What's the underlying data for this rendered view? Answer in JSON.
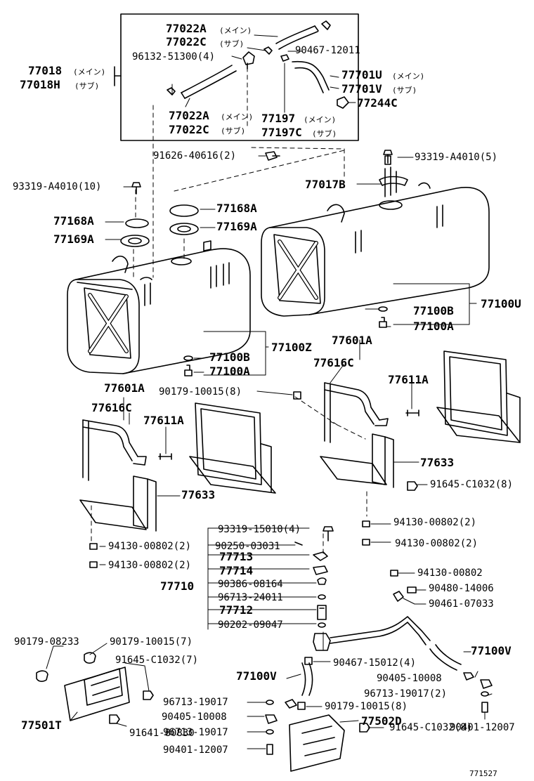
{
  "drawing_number": "771527",
  "labels": {
    "l77018": "77018",
    "l77018_note": "(メイン)",
    "l77018H": "77018H",
    "l77018H_note": "(サブ)",
    "l77022A_top": "77022A",
    "l77022A_top_note": "(メイン)",
    "l77022C_top": "77022C",
    "l77022C_top_note": "(サブ)",
    "l96132": "96132-51300(4)",
    "l90467_12011": "90467-12011",
    "l77701U": "77701U",
    "l77701U_note": "(メイン)",
    "l77701V": "77701V",
    "l77701V_note": "(サブ)",
    "l77244C": "77244C",
    "l77022A_bot": "77022A",
    "l77022A_bot_note": "(メイン)",
    "l77022C_bot": "77022C",
    "l77022C_bot_note": "(サブ)",
    "l77197": "77197",
    "l77197_note": "(メイン)",
    "l77197C": "77197C",
    "l77197C_note": "(サブ)",
    "l91626": "91626-40616(2)",
    "l93319_5": "93319-A4010(5)",
    "l93319_10": "93319-A4010(10)",
    "l77017B": "77017B",
    "l77168A_l": "77168A",
    "l77168A_r": "77168A",
    "l77169A_l": "77169A",
    "l77169A_r": "77169A",
    "l77100U": "77100U",
    "l77100B_r": "77100B",
    "l77100A_r": "77100A",
    "l77100Z": "77100Z",
    "l77100B_l": "77100B",
    "l77100A_l": "77100A",
    "l77601A_r": "77601A",
    "l77616C_r": "77616C",
    "l77611A_r": "77611A",
    "l90179_10015_8a": "90179-10015(8)",
    "l77601A_l": "77601A",
    "l77616C_l": "77616C",
    "l77611A_l": "77611A",
    "l77633_r": "77633",
    "l91645_8a": "91645-C1032(8)",
    "l77633_l": "77633",
    "l94130_r1": "94130-00802(2)",
    "l94130_r2": "94130-00802(2)",
    "l93319_15010": "93319-15010(4)",
    "l94130_l1": "94130-00802(2)",
    "l90250": "90250-03031",
    "l77713": "77713",
    "l94130_l2": "94130-00802(2)",
    "l77714": "77714",
    "l77710": "77710",
    "l90386": "90386-08164",
    "l96713_24011": "96713-24011",
    "l77712": "77712",
    "l90202": "90202-09047",
    "l94130_00802": "94130-00802",
    "l90480": "90480-14006",
    "l90461": "90461-07033",
    "l90179_08233": "90179-08233",
    "l90179_10015_7": "90179-10015(7)",
    "l77100V_r": "77100V",
    "l91645_7": "91645-C1032(7)",
    "l90467_15012": "90467-15012(4)",
    "l77100V_l": "77100V",
    "l90405_r": "90405-10008",
    "l96713_19017_2": "96713-19017(2)",
    "l96713_19017_a": "96713-19017",
    "l90179_10015_8b": "90179-10015(8)",
    "l90405_l": "90405-10008",
    "l77502D": "77502D",
    "l77501T": "77501T",
    "l91641": "91641-80830",
    "l96713_19017_b": "96713-19017",
    "l91645_8b": "91645-C1032(8)",
    "l90401_l": "90401-12007",
    "l90401_r": "90401-12007"
  }
}
